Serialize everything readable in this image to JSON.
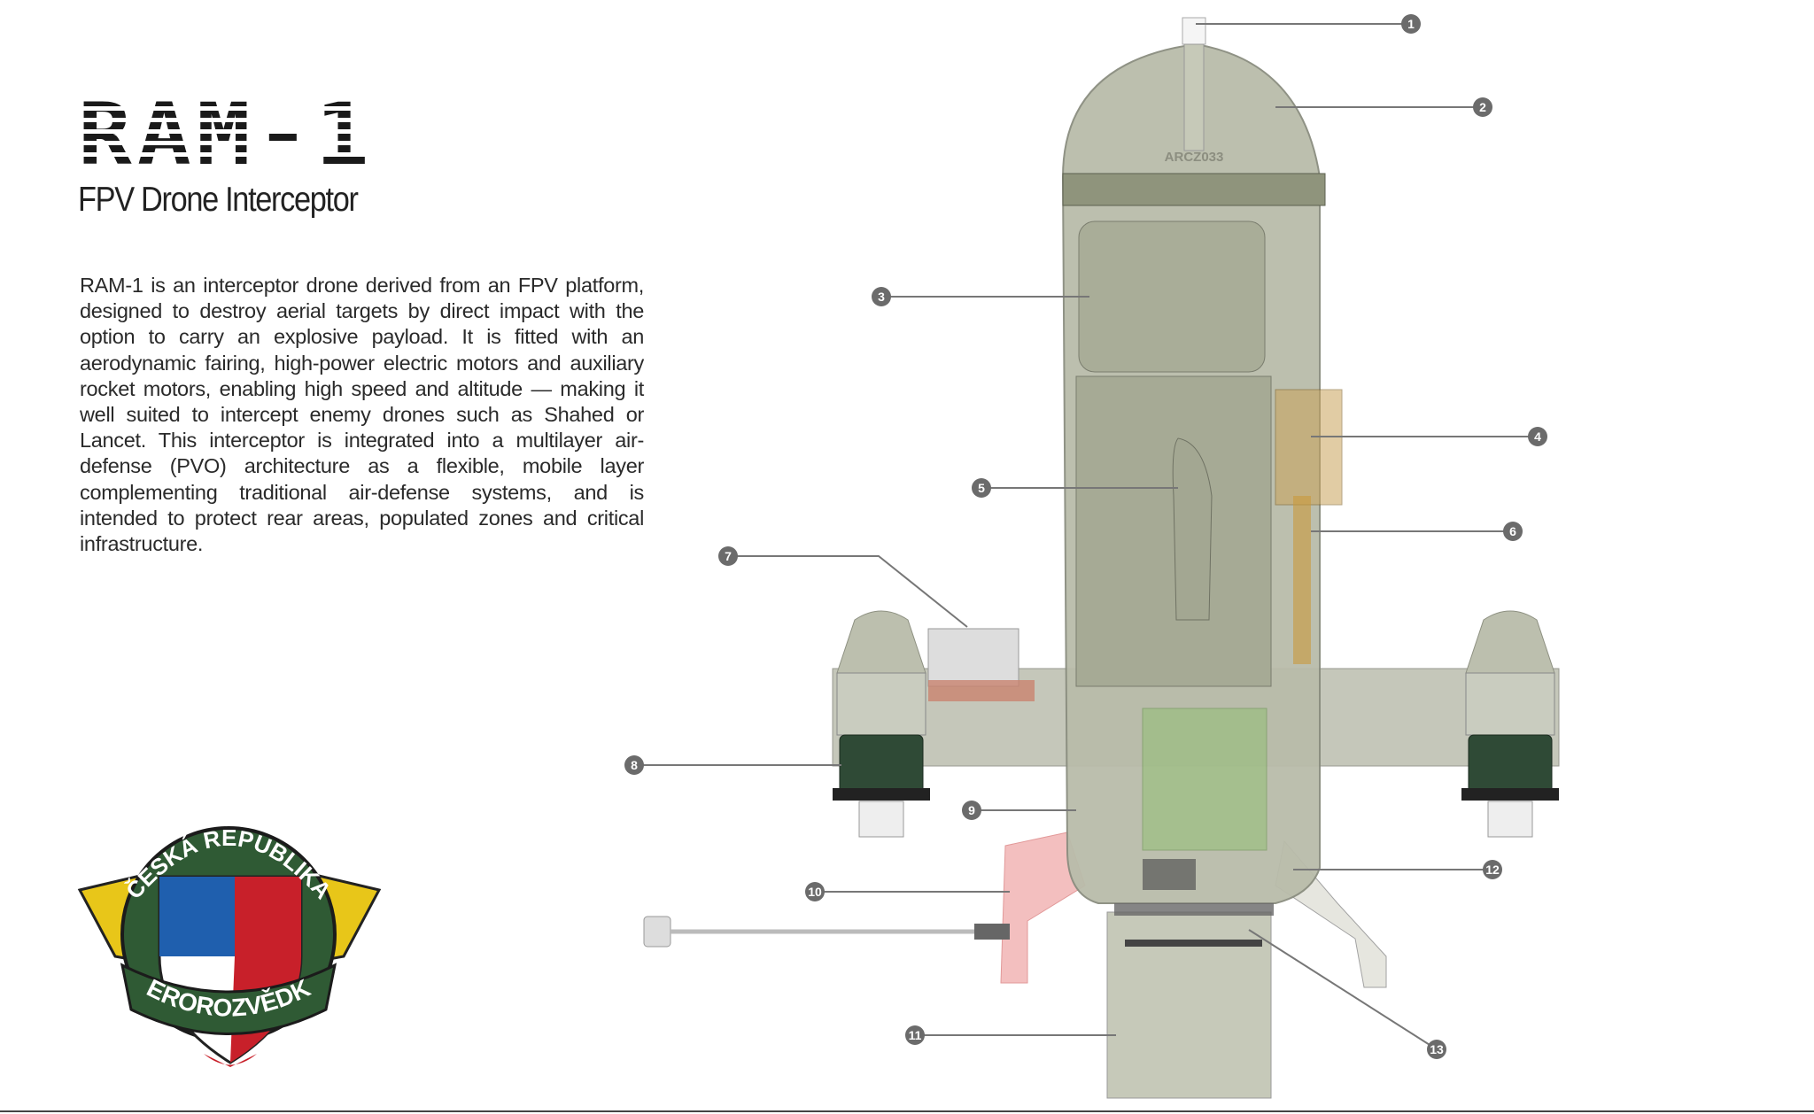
{
  "header": {
    "title": "RAM-1",
    "subtitle": "FPV Drone Interceptor"
  },
  "description": "RAM-1 is an interceptor drone derived from an FPV platform, designed to destroy aerial targets by direct impact with the option to carry an explosive payload. It is fitted with an aerodynamic fairing, high-power electric motors and auxiliary rocket motors, enabling high speed and altitude — making it well suited to intercept enemy drones such as Shahed or Lancet. This interceptor is integrated into a multilayer air-defense (PVO) architecture as a flexible, mobile layer complementing traditional air-defense systems, and is intended to protect rear areas, populated zones and critical infrastructure.",
  "drawing": {
    "nose_marking": "ARCZ033",
    "callouts": [
      "1",
      "2",
      "3",
      "4",
      "5",
      "6",
      "7",
      "8",
      "9",
      "10",
      "11",
      "12",
      "13"
    ]
  },
  "logo": {
    "top_text": "ČESKÁ REPUBLIKA",
    "bottom_text": "AEROROZVĚDKA"
  },
  "colors": {
    "body": "#b9bcaa",
    "callout": "#6b6b6b",
    "motor": "#2f4a36",
    "logo_green": "#2f5a34",
    "logo_yellow": "#e8c619",
    "logo_red": "#c8202a",
    "logo_blue": "#1f5fae"
  }
}
